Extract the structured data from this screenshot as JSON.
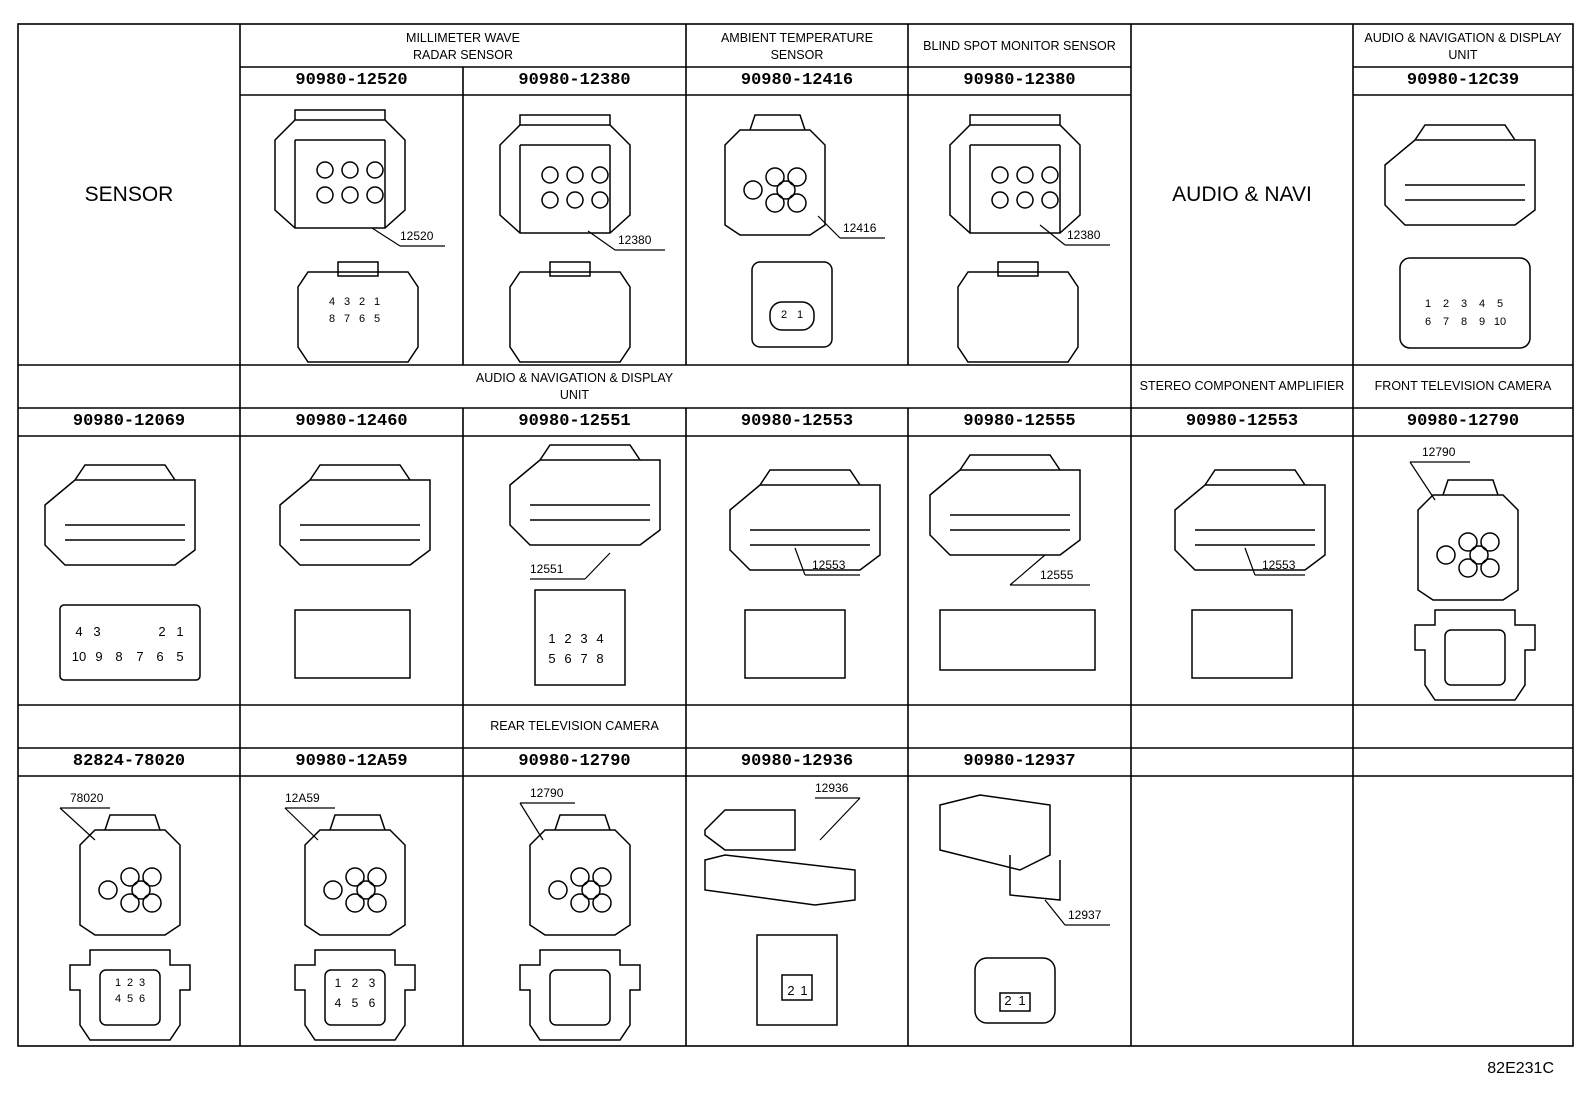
{
  "sections": {
    "sensor": "SENSOR",
    "audio_navi": "AUDIO & NAVI",
    "mmwave_radar": "MILLIMETER WAVE\nRADAR SENSOR",
    "ambient_temp": "AMBIENT TEMPERATURE\nSENSOR",
    "blind_spot": "BLIND SPOT MONITOR SENSOR",
    "audio_nav_display_top": "AUDIO & NAVIGATION & DISPLAY\nUNIT",
    "audio_nav_display_mid": "AUDIO & NAVIGATION & DISPLAY\nUNIT",
    "stereo_amp": "STEREO COMPONENT AMPLIFIER",
    "front_tv_camera": "FRONT TELEVISION CAMERA",
    "rear_tv_camera": "REAR TELEVISION CAMERA"
  },
  "row1": {
    "parts": [
      "90980-12520",
      "90980-12380",
      "90980-12416",
      "90980-12380",
      "90980-12C39"
    ],
    "callouts": [
      "12520",
      "12380",
      "12416",
      "12380"
    ]
  },
  "row2": {
    "parts": [
      "90980-12069",
      "90980-12460",
      "90980-12551",
      "90980-12553",
      "90980-12555",
      "90980-12553",
      "90980-12790"
    ],
    "callouts": [
      "12551",
      "12553",
      "12555",
      "12553",
      "12790"
    ]
  },
  "row3": {
    "parts": [
      "82824-78020",
      "90980-12A59",
      "90980-12790",
      "90980-12936",
      "90980-12937"
    ],
    "callouts": [
      "78020",
      "12A59",
      "12790",
      "12936",
      "12937"
    ]
  },
  "pins": {
    "c12520_top": [
      "4",
      "3",
      "2",
      "1"
    ],
    "c12520_bot": [
      "8",
      "7",
      "6",
      "5"
    ],
    "c12416": [
      "2",
      "1"
    ],
    "c12C39_top": [
      "1",
      "2",
      "3",
      "4",
      "5"
    ],
    "c12C39_bot": [
      "6",
      "7",
      "8",
      "9",
      "10"
    ],
    "c12069_top": [
      "4",
      "3",
      "2",
      "1"
    ],
    "c12069_bot": [
      "10",
      "9",
      "8",
      "7",
      "6",
      "5"
    ],
    "c12551_top": [
      "1",
      "2",
      "3",
      "4"
    ],
    "c12551_bot": [
      "5",
      "6",
      "7",
      "8"
    ],
    "c78020_top": [
      "1",
      "2",
      "3"
    ],
    "c78020_bot": [
      "4",
      "5",
      "6"
    ],
    "c12A59_top": [
      "1",
      "2",
      "3"
    ],
    "c12A59_bot": [
      "4",
      "5",
      "6"
    ],
    "c12936": [
      "2",
      "1"
    ],
    "c12937": [
      "2",
      "1"
    ]
  },
  "footer_code": "82E231C"
}
